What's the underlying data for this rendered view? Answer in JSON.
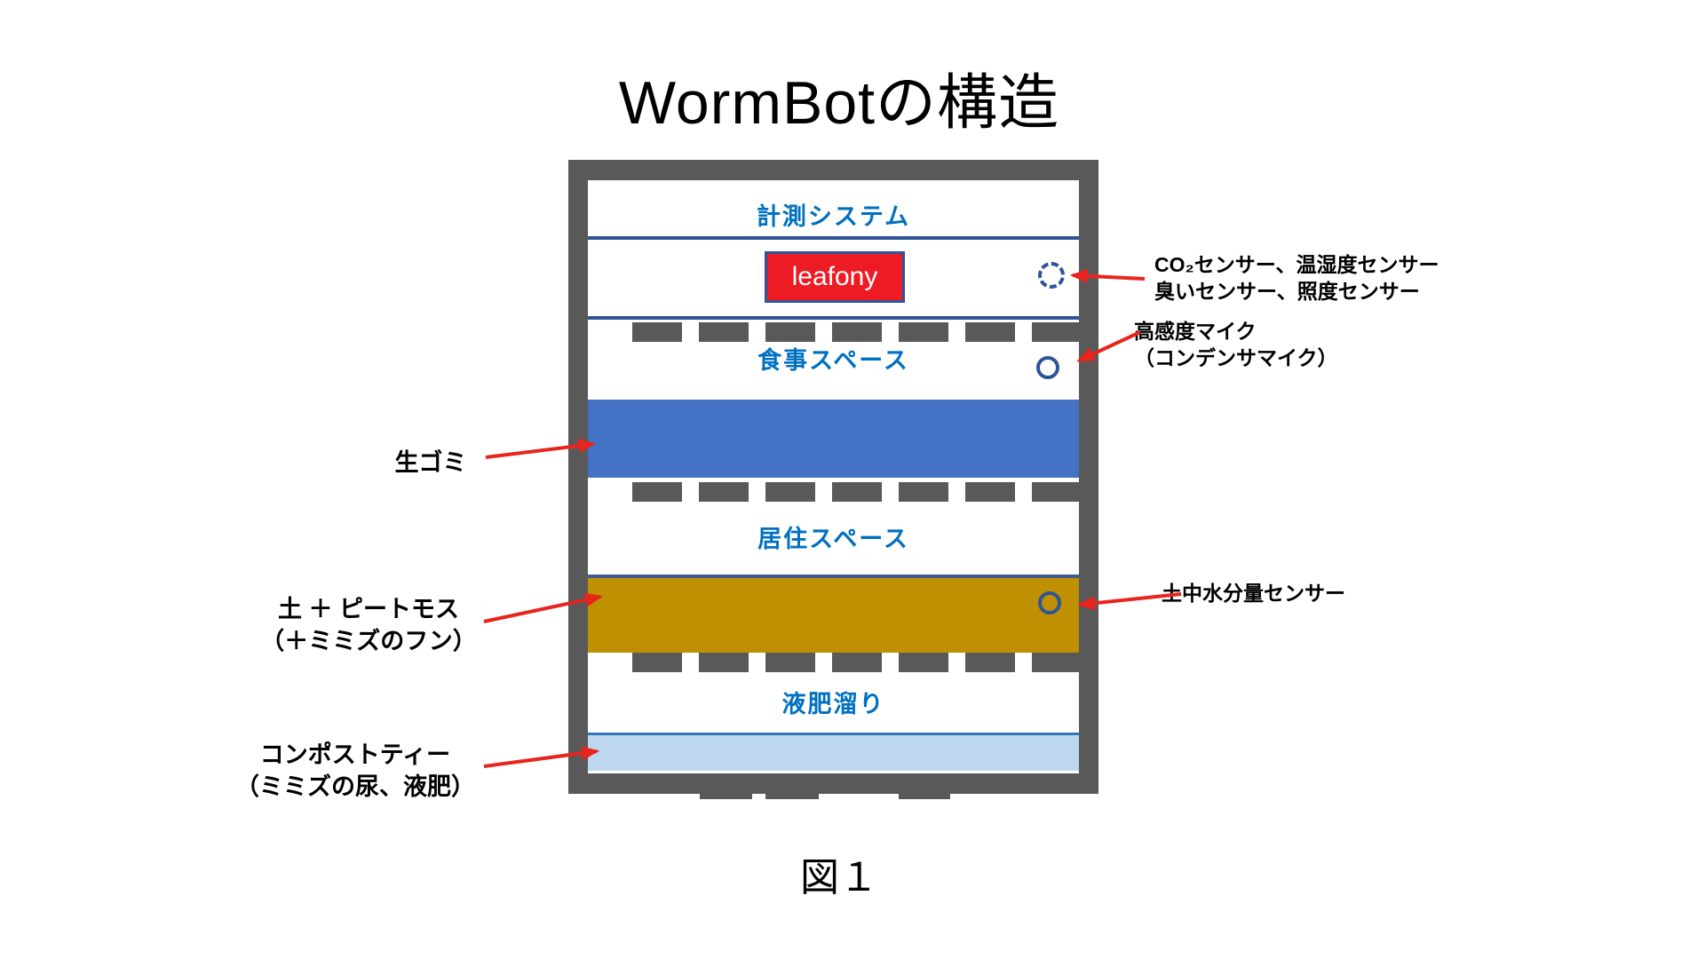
{
  "title": "WormBotの構造",
  "figure_caption": "図１",
  "device": {
    "label": "leafony",
    "fill": "#ED1C24"
  },
  "colors": {
    "frame": "#595959",
    "section_title": "#0070C0",
    "rule": "#2F5597",
    "sensor_ring": "#2F5597",
    "arrow": "#E8251D",
    "feed_bar": "#4472C4",
    "soil_bar": "#BF9000",
    "liquid_bar": "#BDD7EE"
  },
  "sections": [
    {
      "label": "計測システム"
    },
    {
      "label": "食事スペース",
      "bar_color": "#4472C4"
    },
    {
      "label": "居住スペース",
      "bar_color": "#BF9000"
    },
    {
      "label": "液肥溜り",
      "bar_color": "#BDD7EE"
    }
  ],
  "left_labels": [
    {
      "line1": "生ゴミ"
    },
    {
      "line1": "土 ＋ ピートモス",
      "line2": "（＋ミミズのフン）"
    },
    {
      "line1": "コンポストティー",
      "line2": "（ミミズの尿、液肥）"
    }
  ],
  "sensor_annotations": [
    {
      "line1": "CO₂センサー、温湿度センサー",
      "line2": "臭いセンサー、照度センサー"
    },
    {
      "line1": "高感度マイク",
      "line2": "（コンデンサマイク）"
    },
    {
      "line1": "土中水分量センサー"
    }
  ]
}
